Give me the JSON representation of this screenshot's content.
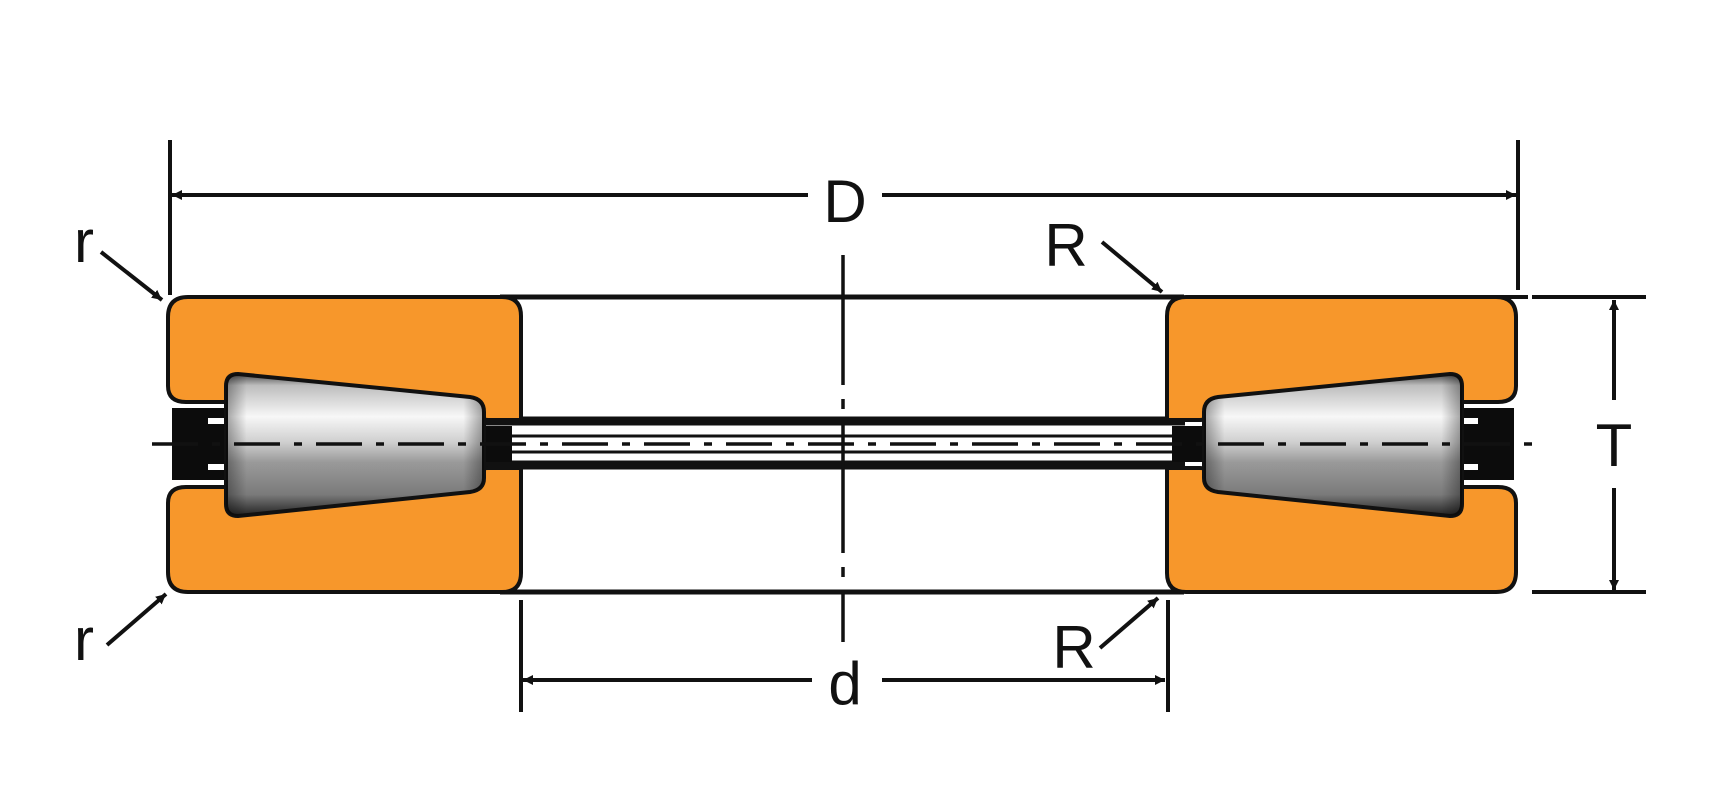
{
  "colors": {
    "ring": "#F7972B",
    "outline": "#111111",
    "roller_light": "#F4F4F4",
    "roller_mid": "#A8A8A8",
    "roller_dark": "#2A2A2A",
    "background": "#FFFFFF"
  },
  "labels": {
    "outer_diameter": "D",
    "bore_diameter": "d",
    "height": "T",
    "outer_fillet_top": "r",
    "outer_fillet_bottom": "r",
    "inner_fillet_top": "R",
    "inner_fillet_bottom": "R"
  }
}
